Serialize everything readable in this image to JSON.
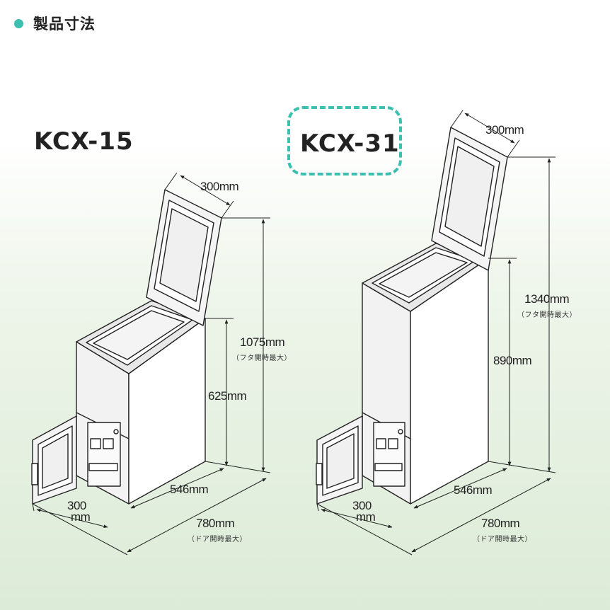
{
  "header": {
    "title": "製品寸法"
  },
  "models": [
    {
      "name": "KCX-15",
      "dimensions": {
        "lid_width": "300mm",
        "total_height": "1075mm",
        "total_height_note": "（フタ開時最大）",
        "body_height": "625mm",
        "body_depth": "546mm",
        "door_width_line1": "300",
        "door_width_line2": "mm",
        "total_depth": "780mm",
        "total_depth_note": "（ドア開時最大）"
      }
    },
    {
      "name": "KCX-31",
      "highlighted": true,
      "dimensions": {
        "lid_width": "300mm",
        "total_height": "1340mm",
        "total_height_note": "（フタ開時最大）",
        "body_height": "890mm",
        "body_depth": "546mm",
        "door_width_line1": "300",
        "door_width_line2": "mm",
        "total_depth": "780mm",
        "total_depth_note": "（ドア開時最大）"
      }
    }
  ],
  "colors": {
    "accent": "#3bbfae",
    "line": "#222222",
    "body_front": "#f2f2f2",
    "body_side": "#ffffff"
  }
}
